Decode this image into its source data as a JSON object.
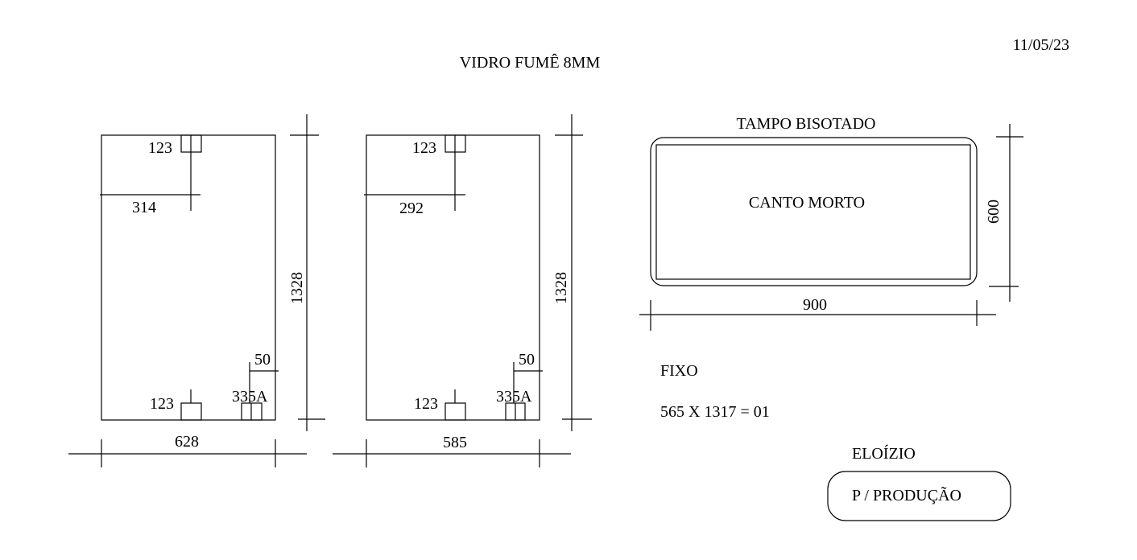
{
  "header": {
    "date": "11/05/23",
    "material": "VIDRO FUMÊ 8MM"
  },
  "panels": [
    {
      "hole_top": "123",
      "hinge_offset": "314",
      "hole_bottom": "123",
      "bottom_right_offset": "50",
      "lock_ref": "335A",
      "height": "1328",
      "width": "628"
    },
    {
      "hole_top": "123",
      "hinge_offset": "292",
      "hole_bottom": "123",
      "bottom_right_offset": "50",
      "lock_ref": "335A",
      "height": "1328",
      "width": "585"
    }
  ],
  "tabletop": {
    "title": "TAMPO BISOTADO",
    "center_label": "CANTO MORTO",
    "width": "900",
    "height": "600"
  },
  "fixed": {
    "label": "FIXO",
    "spec": "565 X 1317 = 01"
  },
  "author": "ELOÍZIO",
  "stamp": "P / PRODUÇÃO"
}
